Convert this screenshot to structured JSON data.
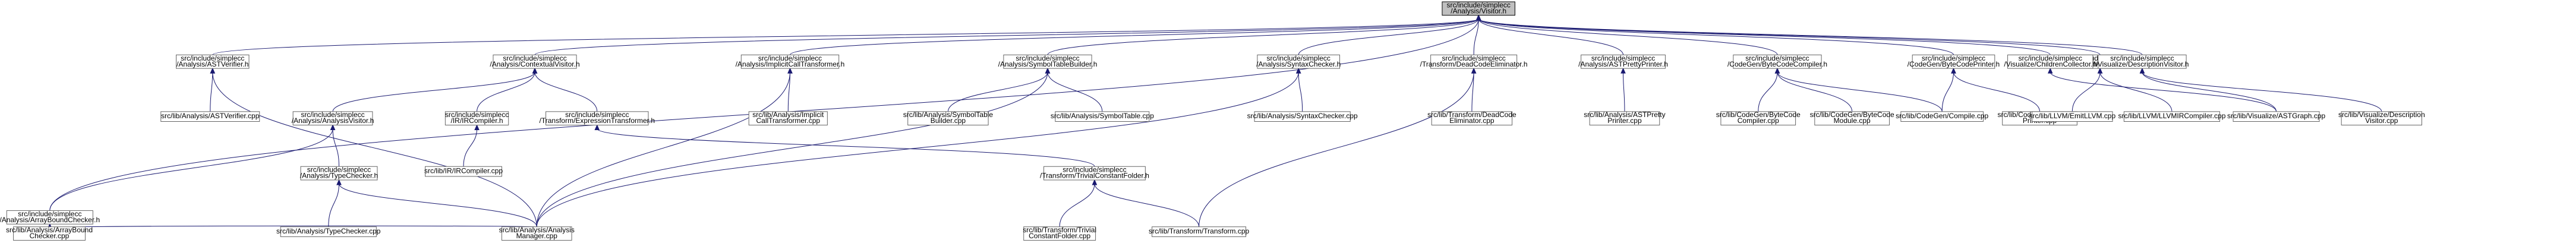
{
  "graph": {
    "nodes": [
      {
        "id": "root",
        "lines": [
          "src/include/simplecc",
          "/Analysis/Visitor.h"
        ],
        "root": true
      },
      {
        "id": "astverifier_h",
        "lines": [
          "src/include/simplecc",
          "/Analysis/ASTVerifier.h"
        ]
      },
      {
        "id": "contextual_h",
        "lines": [
          "src/include/simplecc",
          "/Analysis/ContextualVisitor.h"
        ]
      },
      {
        "id": "implicit_h",
        "lines": [
          "src/include/simplecc",
          "/Analysis/ImplicitCallTransformer.h"
        ]
      },
      {
        "id": "symtab_h",
        "lines": [
          "src/include/simplecc",
          "/Analysis/SymbolTableBuilder.h"
        ]
      },
      {
        "id": "syntax_h",
        "lines": [
          "src/include/simplecc",
          "/Analysis/SyntaxChecker.h"
        ]
      },
      {
        "id": "deadcode_h",
        "lines": [
          "src/include/simplecc",
          "/Transform/DeadCodeEliminator.h"
        ]
      },
      {
        "id": "astpretty_h",
        "lines": [
          "src/include/simplecc",
          "/Analysis/ASTPrettyPrinter.h"
        ]
      },
      {
        "id": "bccompiler_h",
        "lines": [
          "src/include/simplecc",
          "/CodeGen/ByteCodeCompiler.h"
        ]
      },
      {
        "id": "bcprinter_h",
        "lines": [
          "src/include/simplecc",
          "/CodeGen/ByteCodePrinter.h"
        ]
      },
      {
        "id": "llvmcompiler_h",
        "lines": [
          "src/include/simplecc",
          "/LLVM/LLVMIRCompiler.h"
        ]
      },
      {
        "id": "children_h",
        "lines": [
          "src/include/simplecc",
          "/Visualize/ChildrenCollector.h"
        ]
      },
      {
        "id": "descvisitor_h",
        "lines": [
          "src/include/simplecc",
          "/Visualize/DescriptionVisitor.h"
        ]
      },
      {
        "id": "arraybound_h",
        "lines": [
          "src/include/simplecc",
          "/Analysis/ArrayBoundChecker.h"
        ]
      },
      {
        "id": "astverifier_cpp",
        "lines": [
          "src/lib/Analysis/ASTVerifier.cpp"
        ]
      },
      {
        "id": "analysisvisitor_h",
        "lines": [
          "src/include/simplecc",
          "/Analysis/AnalysisVisitor.h"
        ]
      },
      {
        "id": "ircompiler_h",
        "lines": [
          "src/include/simplecc",
          "/IR/IRCompiler.h"
        ]
      },
      {
        "id": "exprtrans_h",
        "lines": [
          "src/include/simplecc",
          "/Transform/ExpressionTransformer.h"
        ]
      },
      {
        "id": "implicit_cpp",
        "lines": [
          "src/lib/Analysis/Implicit",
          "CallTransformer.cpp"
        ]
      },
      {
        "id": "symtabbuilder_cpp",
        "lines": [
          "src/lib/Analysis/SymbolTable",
          "Builder.cpp"
        ]
      },
      {
        "id": "symtab_cpp",
        "lines": [
          "src/lib/Analysis/SymbolTable.cpp"
        ]
      },
      {
        "id": "syntax_cpp",
        "lines": [
          "src/lib/Analysis/SyntaxChecker.cpp"
        ]
      },
      {
        "id": "deadcode_cpp",
        "lines": [
          "src/lib/Transform/DeadCode",
          "Eliminator.cpp"
        ]
      },
      {
        "id": "astpretty_cpp",
        "lines": [
          "src/lib/Analysis/ASTPretty",
          "Printer.cpp"
        ]
      },
      {
        "id": "bccompiler_cpp",
        "lines": [
          "src/lib/CodeGen/ByteCode",
          "Compiler.cpp"
        ]
      },
      {
        "id": "bcmodule_cpp",
        "lines": [
          "src/lib/CodeGen/ByteCode",
          "Module.cpp"
        ]
      },
      {
        "id": "compile_cpp",
        "lines": [
          "src/lib/CodeGen/Compile.cpp"
        ]
      },
      {
        "id": "bcprinter_cpp",
        "lines": [
          "src/lib/CodeGen/ByteCode",
          "Printer.cpp"
        ]
      },
      {
        "id": "emitllvm_cpp",
        "lines": [
          "src/lib/LLVM/EmitLLVM.cpp"
        ]
      },
      {
        "id": "llvmircompiler_cpp",
        "lines": [
          "src/lib/LLVM/LLVMIRCompiler.cpp"
        ]
      },
      {
        "id": "astgraph_cpp",
        "lines": [
          "src/lib/Visualize/ASTGraph.cpp"
        ]
      },
      {
        "id": "descvisitor_cpp",
        "lines": [
          "src/lib/Visualize/Description",
          "Visitor.cpp"
        ]
      },
      {
        "id": "typechecker_h",
        "lines": [
          "src/include/simplecc",
          "/Analysis/TypeChecker.h"
        ]
      },
      {
        "id": "ircompiler_cpp",
        "lines": [
          "src/lib/IR/IRCompiler.cpp"
        ]
      },
      {
        "id": "trivialfolder_h",
        "lines": [
          "src/include/simplecc",
          "/Transform/TrivialConstantFolder.h"
        ]
      },
      {
        "id": "arraybound_cpp",
        "lines": [
          "src/lib/Analysis/ArrayBound",
          "Checker.cpp"
        ]
      },
      {
        "id": "typechecker_cpp",
        "lines": [
          "src/lib/Analysis/TypeChecker.cpp"
        ]
      },
      {
        "id": "manager_cpp",
        "lines": [
          "src/lib/Analysis/Analysis",
          "Manager.cpp"
        ]
      },
      {
        "id": "trivialfolder_cpp",
        "lines": [
          "src/lib/Transform/Trivial",
          "ConstantFolder.cpp"
        ]
      },
      {
        "id": "transform_cpp",
        "lines": [
          "src/lib/Transform/Transform.cpp"
        ]
      }
    ],
    "edges": [
      [
        "root",
        "astverifier_h"
      ],
      [
        "root",
        "contextual_h"
      ],
      [
        "root",
        "implicit_h"
      ],
      [
        "root",
        "symtab_h"
      ],
      [
        "root",
        "syntax_h"
      ],
      [
        "root",
        "deadcode_h"
      ],
      [
        "root",
        "astpretty_h"
      ],
      [
        "root",
        "bccompiler_h"
      ],
      [
        "root",
        "bcprinter_h"
      ],
      [
        "root",
        "llvmcompiler_h"
      ],
      [
        "root",
        "children_h"
      ],
      [
        "root",
        "descvisitor_h"
      ],
      [
        "root",
        "arraybound_h"
      ],
      [
        "astverifier_h",
        "astverifier_cpp"
      ],
      [
        "astverifier_h",
        "manager_cpp"
      ],
      [
        "contextual_h",
        "analysisvisitor_h"
      ],
      [
        "contextual_h",
        "ircompiler_h"
      ],
      [
        "contextual_h",
        "exprtrans_h"
      ],
      [
        "implicit_h",
        "implicit_cpp"
      ],
      [
        "implicit_h",
        "manager_cpp"
      ],
      [
        "symtab_h",
        "symtabbuilder_cpp"
      ],
      [
        "symtab_h",
        "symtab_cpp"
      ],
      [
        "symtab_h",
        "manager_cpp"
      ],
      [
        "syntax_h",
        "syntax_cpp"
      ],
      [
        "syntax_h",
        "manager_cpp"
      ],
      [
        "deadcode_h",
        "deadcode_cpp"
      ],
      [
        "deadcode_h",
        "transform_cpp"
      ],
      [
        "astpretty_h",
        "astpretty_cpp"
      ],
      [
        "bccompiler_h",
        "bccompiler_cpp"
      ],
      [
        "bccompiler_h",
        "bcmodule_cpp"
      ],
      [
        "bccompiler_h",
        "compile_cpp"
      ],
      [
        "bcprinter_h",
        "compile_cpp"
      ],
      [
        "bcprinter_h",
        "bcprinter_cpp"
      ],
      [
        "llvmcompiler_h",
        "emitllvm_cpp"
      ],
      [
        "llvmcompiler_h",
        "llvmircompiler_cpp"
      ],
      [
        "children_h",
        "astgraph_cpp"
      ],
      [
        "descvisitor_h",
        "astgraph_cpp"
      ],
      [
        "descvisitor_h",
        "descvisitor_cpp"
      ],
      [
        "analysisvisitor_h",
        "arraybound_h"
      ],
      [
        "analysisvisitor_h",
        "typechecker_h"
      ],
      [
        "ircompiler_h",
        "ircompiler_cpp"
      ],
      [
        "exprtrans_h",
        "trivialfolder_h"
      ],
      [
        "arraybound_h",
        "arraybound_cpp"
      ],
      [
        "arraybound_h",
        "manager_cpp"
      ],
      [
        "typechecker_h",
        "typechecker_cpp"
      ],
      [
        "typechecker_h",
        "manager_cpp"
      ],
      [
        "trivialfolder_h",
        "trivialfolder_cpp"
      ],
      [
        "trivialfolder_h",
        "transform_cpp"
      ]
    ]
  }
}
